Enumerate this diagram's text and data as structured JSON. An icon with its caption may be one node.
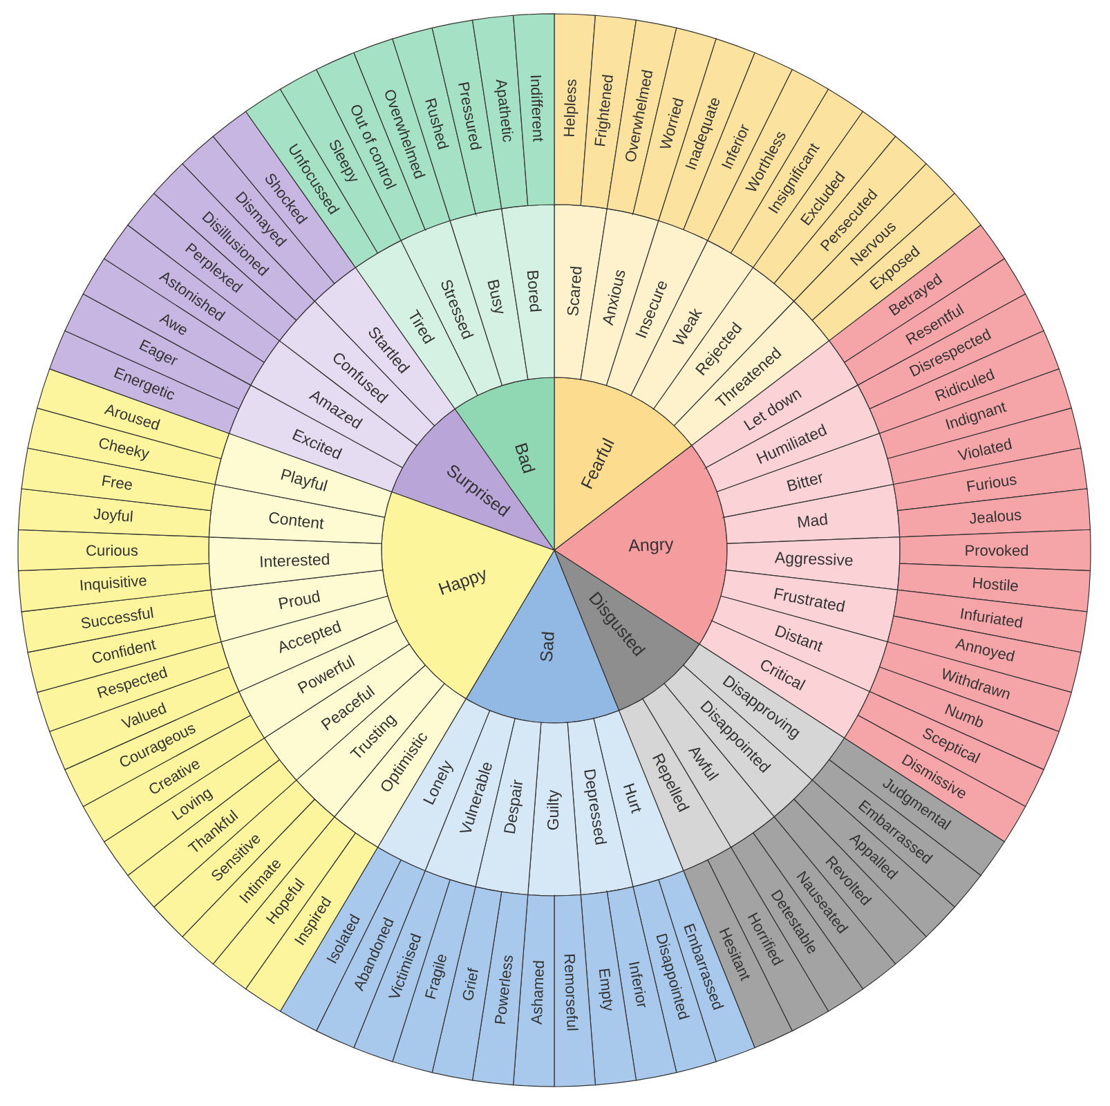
{
  "diagram": {
    "nodes": [
      {
        "text": [
          "Fearful"
        ]
      },
      {
        "text": [
          "Angry"
        ]
      },
      {
        "text": [
          "Disgusted"
        ]
      },
      {
        "text": [
          "Sad"
        ]
      },
      {
        "text": [
          "Happy"
        ]
      },
      {
        "text": [
          "Surprised"
        ]
      },
      {
        "text": [
          "Bad"
        ]
      },
      {
        "text": [
          "Scared"
        ]
      },
      {
        "text": [
          "Anxious"
        ]
      },
      {
        "text": [
          "Insecure"
        ]
      },
      {
        "text": [
          "Weak"
        ]
      },
      {
        "text": [
          "Rejected"
        ]
      },
      {
        "text": [
          "Threatened"
        ]
      },
      {
        "text": [
          "Let down"
        ]
      },
      {
        "text": [
          "Humiliated"
        ]
      },
      {
        "text": [
          "Bitter"
        ]
      },
      {
        "text": [
          "Mad"
        ]
      },
      {
        "text": [
          "Aggressive"
        ]
      },
      {
        "text": [
          "Frustrated"
        ]
      },
      {
        "text": [
          "Distant"
        ]
      },
      {
        "text": [
          "Critical"
        ]
      },
      {
        "text": [
          "Disapproving"
        ]
      },
      {
        "text": [
          "Disappointed"
        ]
      },
      {
        "text": [
          "Awful"
        ]
      },
      {
        "text": [
          "Repelled"
        ]
      },
      {
        "text": [
          "Hurt"
        ]
      },
      {
        "text": [
          "Depressed"
        ]
      },
      {
        "text": [
          "Guilty"
        ]
      },
      {
        "text": [
          "Despair"
        ]
      },
      {
        "text": [
          "Vulnerable"
        ]
      },
      {
        "text": [
          "Lonely"
        ]
      },
      {
        "text": [
          "Optimistic"
        ]
      },
      {
        "text": [
          "Trusting"
        ]
      },
      {
        "text": [
          "Peaceful"
        ]
      },
      {
        "text": [
          "Powerful"
        ]
      },
      {
        "text": [
          "Accepted"
        ]
      },
      {
        "text": [
          "Proud"
        ]
      },
      {
        "text": [
          "Interested"
        ]
      },
      {
        "text": [
          "Content"
        ]
      },
      {
        "text": [
          "Playful"
        ]
      },
      {
        "text": [
          "Excited"
        ]
      },
      {
        "text": [
          "Amazed"
        ]
      },
      {
        "text": [
          "Confused"
        ]
      },
      {
        "text": [
          "Startled"
        ]
      },
      {
        "text": [
          "Tired"
        ]
      },
      {
        "text": [
          "Stressed"
        ]
      },
      {
        "text": [
          "Busy"
        ]
      },
      {
        "text": [
          "Bored"
        ]
      },
      {
        "text": [
          "Helpless"
        ]
      },
      {
        "text": [
          "Frightened"
        ]
      },
      {
        "text": [
          "Overwhelmed"
        ]
      },
      {
        "text": [
          "Worried"
        ]
      },
      {
        "text": [
          "Inadequate"
        ]
      },
      {
        "text": [
          "Inferior"
        ]
      },
      {
        "text": [
          "Worthless"
        ]
      },
      {
        "text": [
          "Insignificant"
        ]
      },
      {
        "text": [
          "Excluded"
        ]
      },
      {
        "text": [
          "Persecuted"
        ]
      },
      {
        "text": [
          "Nervous"
        ]
      },
      {
        "text": [
          "Exposed"
        ]
      },
      {
        "text": [
          "Betrayed"
        ]
      },
      {
        "text": [
          "Resentful"
        ]
      },
      {
        "text": [
          "Disrespected"
        ]
      },
      {
        "text": [
          "Ridiculed"
        ]
      },
      {
        "text": [
          "Indignant"
        ]
      },
      {
        "text": [
          "Violated"
        ]
      },
      {
        "text": [
          "Furious"
        ]
      },
      {
        "text": [
          "Jealous"
        ]
      },
      {
        "text": [
          "Provoked"
        ]
      },
      {
        "text": [
          "Hostile"
        ]
      },
      {
        "text": [
          "Infuriated"
        ]
      },
      {
        "text": [
          "Annoyed"
        ]
      },
      {
        "text": [
          "Withdrawn"
        ]
      },
      {
        "text": [
          "Numb"
        ]
      },
      {
        "text": [
          "Sceptical"
        ]
      },
      {
        "text": [
          "Dismissive"
        ]
      },
      {
        "text": [
          "Judgmental"
        ]
      },
      {
        "text": [
          "Embarrassed"
        ]
      },
      {
        "text": [
          "Appalled"
        ]
      },
      {
        "text": [
          "Revolted"
        ]
      },
      {
        "text": [
          "Nauseated"
        ]
      },
      {
        "text": [
          "Detestable"
        ]
      },
      {
        "text": [
          "Horrified"
        ]
      },
      {
        "text": [
          "Hesitant"
        ]
      },
      {
        "text": [
          "Embarrassed"
        ]
      },
      {
        "text": [
          "Disappointed"
        ]
      },
      {
        "text": [
          "Inferior"
        ]
      },
      {
        "text": [
          "Empty"
        ]
      },
      {
        "text": [
          "Remorseful"
        ]
      },
      {
        "text": [
          "Ashamed"
        ]
      },
      {
        "text": [
          "Powerless"
        ]
      },
      {
        "text": [
          "Grief"
        ]
      },
      {
        "text": [
          "Fragile"
        ]
      },
      {
        "text": [
          "Victimised"
        ]
      },
      {
        "text": [
          "Abandoned"
        ]
      },
      {
        "text": [
          "Isolated"
        ]
      },
      {
        "text": [
          "Inspired"
        ]
      },
      {
        "text": [
          "Hopeful"
        ]
      },
      {
        "text": [
          "Intimate"
        ]
      },
      {
        "text": [
          "Sensitive"
        ]
      },
      {
        "text": [
          "Thankful"
        ]
      },
      {
        "text": [
          "Loving"
        ]
      },
      {
        "text": [
          "Creative"
        ]
      },
      {
        "text": [
          "Courageous"
        ]
      },
      {
        "text": [
          "Valued"
        ]
      },
      {
        "text": [
          "Respected"
        ]
      },
      {
        "text": [
          "Confident"
        ]
      },
      {
        "text": [
          "Successful"
        ]
      },
      {
        "text": [
          "Inquisitive"
        ]
      },
      {
        "text": [
          "Curious"
        ]
      },
      {
        "text": [
          "Joyful"
        ]
      },
      {
        "text": [
          "Free"
        ]
      },
      {
        "text": [
          "Cheeky"
        ]
      },
      {
        "text": [
          "Aroused"
        ]
      },
      {
        "text": [
          "Energetic"
        ]
      },
      {
        "text": [
          "Eager"
        ]
      },
      {
        "text": [
          "Awe"
        ]
      },
      {
        "text": [
          "Astonished"
        ]
      },
      {
        "text": [
          "Perplexed"
        ]
      },
      {
        "text": [
          "Disillusioned"
        ]
      },
      {
        "text": [
          "Dismayed"
        ]
      },
      {
        "text": [
          "Shocked"
        ]
      },
      {
        "text": [
          "Unfocussed"
        ]
      },
      {
        "text": [
          "Sleepy"
        ]
      },
      {
        "text": [
          "Out of control"
        ]
      },
      {
        "text": [
          "Overwhelmed"
        ]
      },
      {
        "text": [
          "Rushed"
        ]
      },
      {
        "text": [
          "Pressured"
        ]
      },
      {
        "text": [
          "Apathetic"
        ]
      },
      {
        "text": [
          "Indifferent"
        ]
      }
    ]
  }
}
